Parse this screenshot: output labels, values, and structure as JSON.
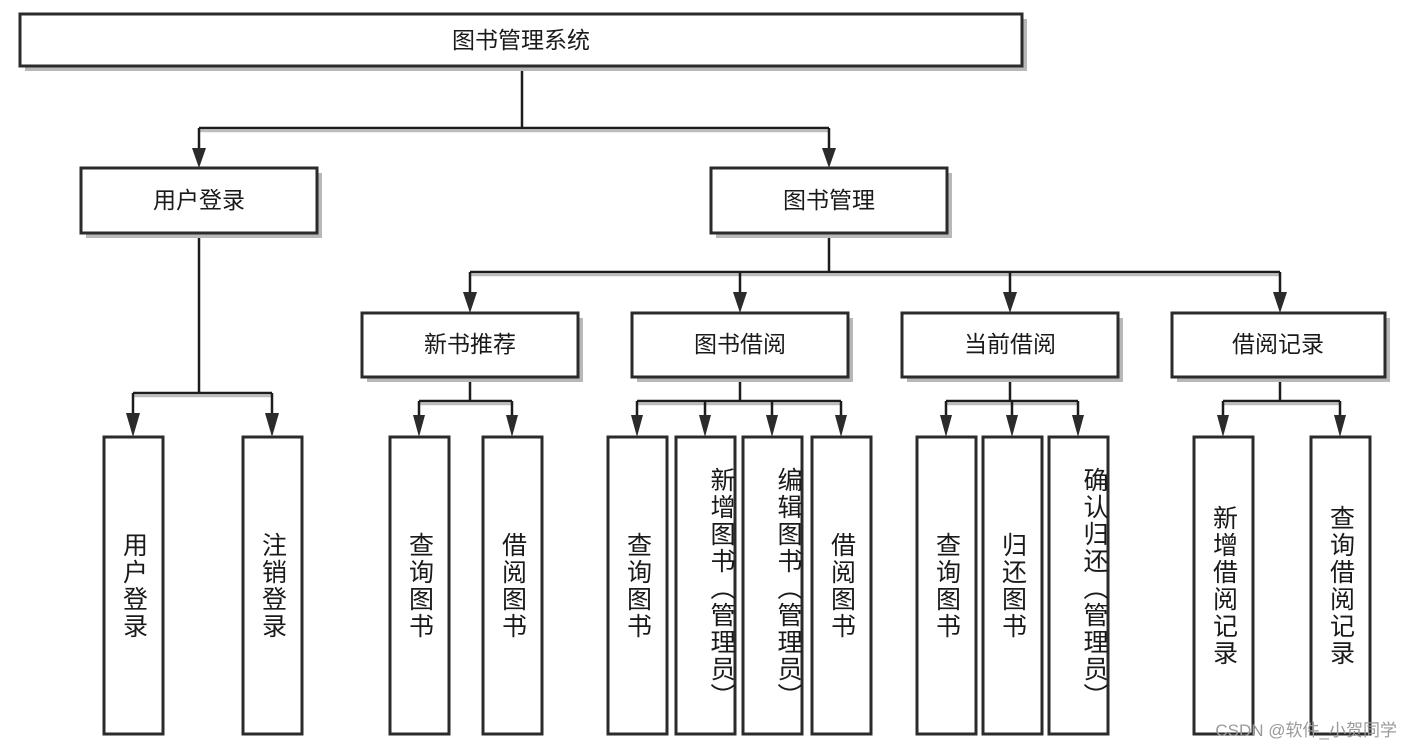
{
  "diagram": {
    "title": "图书管理系统",
    "type": "tree-hierarchy-chart",
    "root": {
      "id": "root",
      "label": "图书管理系统"
    },
    "level2": [
      {
        "id": "user-login",
        "label": "用户登录"
      },
      {
        "id": "book-manage",
        "label": "图书管理"
      }
    ],
    "level3": [
      {
        "id": "new-book-rec",
        "label": "新书推荐"
      },
      {
        "id": "book-borrow",
        "label": "图书借阅"
      },
      {
        "id": "current-borrow",
        "label": "当前借阅"
      },
      {
        "id": "borrow-record",
        "label": "借阅记录"
      }
    ],
    "leaves": {
      "user_login": [
        {
          "id": "leaf-user-login",
          "label": "用户登录"
        },
        {
          "id": "leaf-logout-login",
          "label": "注销登录"
        }
      ],
      "new_book_rec": [
        {
          "id": "leaf-query-book-1",
          "label": "查询图书"
        },
        {
          "id": "leaf-borrow-book-1",
          "label": "借阅图书"
        }
      ],
      "book_borrow": [
        {
          "id": "leaf-query-book-2",
          "label": "查询图书"
        },
        {
          "id": "leaf-add-book",
          "label": "新增图书（管理员）"
        },
        {
          "id": "leaf-edit-book",
          "label": "编辑图书（管理员）"
        },
        {
          "id": "leaf-borrow-book-2",
          "label": "借阅图书"
        }
      ],
      "current_borrow": [
        {
          "id": "leaf-query-book-3",
          "label": "查询图书"
        },
        {
          "id": "leaf-return-book",
          "label": "归还图书"
        },
        {
          "id": "leaf-confirm-return",
          "label": "确认归还（管理员）"
        }
      ],
      "borrow_record": [
        {
          "id": "leaf-add-record",
          "label": "新增借阅记录"
        },
        {
          "id": "leaf-query-record",
          "label": "查询借阅记录"
        }
      ]
    }
  },
  "watermark": {
    "text": "CSDN @软件_小贺同学"
  },
  "colors": {
    "box_fill": "#ffffff",
    "box_stroke": "#2b2b2b",
    "connector": "#1c1c1c",
    "shadow": "#b8b8b8",
    "text": "#1a1a1a",
    "watermark": "#9a9a9a",
    "background": "#ffffff"
  }
}
